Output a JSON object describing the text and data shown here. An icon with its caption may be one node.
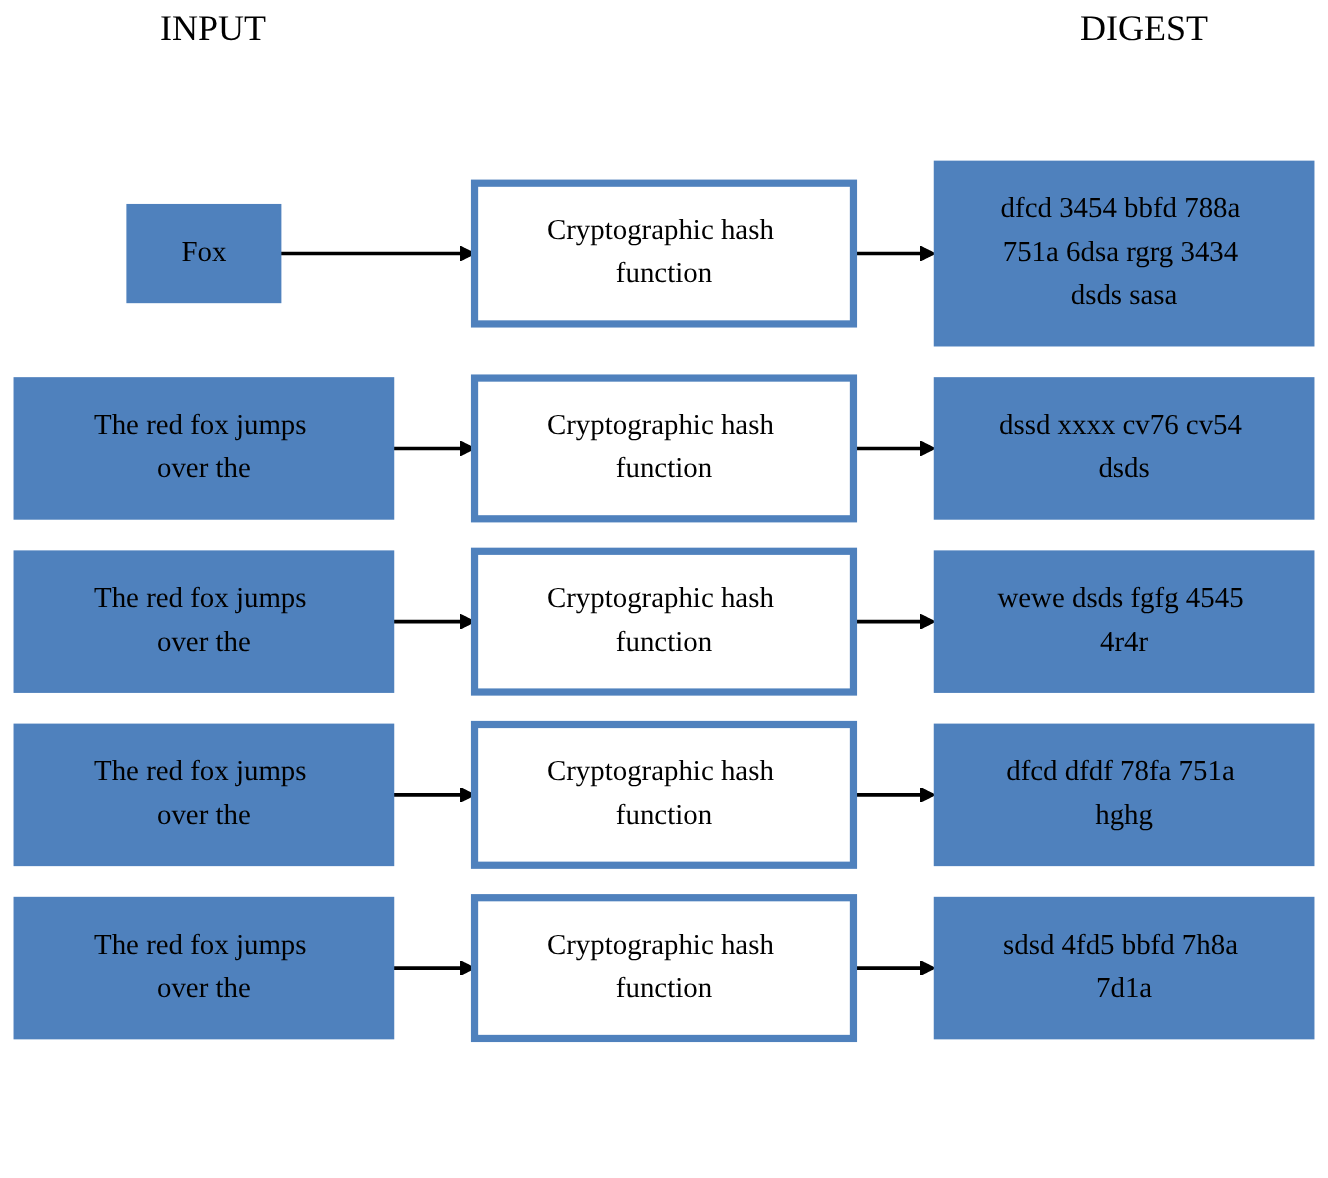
{
  "diagram": {
    "nodes": [
      {
        "text": [
          "Fox"
        ]
      },
      {
        "text": [
          "Cryptographic hash function"
        ]
      },
      {
        "text": [
          "dfcd 3454 bbfd 788a 751a 6dsa rgrg 3434 dsds sasa"
        ]
      },
      {
        "text": [
          "The red fox jumps over the"
        ]
      },
      {
        "text": [
          "Cryptographic hash function"
        ]
      },
      {
        "text": [
          "dssd xxxx cv76 cv54 dsds"
        ]
      },
      {
        "text": [
          "The red fox jumps over the"
        ]
      },
      {
        "text": [
          "Cryptographic hash function"
        ]
      },
      {
        "text": [
          "wewe dsds fgfg 4545 4r4r"
        ]
      },
      {
        "text": [
          "The red fox jumps over the"
        ]
      },
      {
        "text": [
          "Cryptographic hash function"
        ]
      },
      {
        "text": [
          "dfcd dfdf 78fa 751a hghg"
        ]
      },
      {
        "text": [
          "The red fox jumps over the"
        ]
      },
      {
        "text": [
          "Cryptographic hash function"
        ]
      },
      {
        "text": [
          "sdsd 4fd5 bbfd 7h8a 7d1a"
        ]
      }
    ],
    "edges": [
      {
        "from": 0,
        "to": 1,
        "arrow": "to"
      },
      {
        "from": 1,
        "to": 2,
        "arrow": "to"
      },
      {
        "from": 3,
        "to": 4,
        "arrow": "to"
      },
      {
        "from": 4,
        "to": 5,
        "arrow": "to"
      },
      {
        "from": 6,
        "to": 7,
        "arrow": "to"
      },
      {
        "from": 7,
        "to": 8,
        "arrow": "to"
      },
      {
        "from": 9,
        "to": 10,
        "arrow": "to"
      },
      {
        "from": 10,
        "to": 11,
        "arrow": "to"
      },
      {
        "from": 12,
        "to": 13,
        "arrow": "to"
      },
      {
        "from": 13,
        "to": 14,
        "arrow": "to"
      }
    ],
    "labels": [
      "INPUT",
      "DIGEST"
    ]
  }
}
